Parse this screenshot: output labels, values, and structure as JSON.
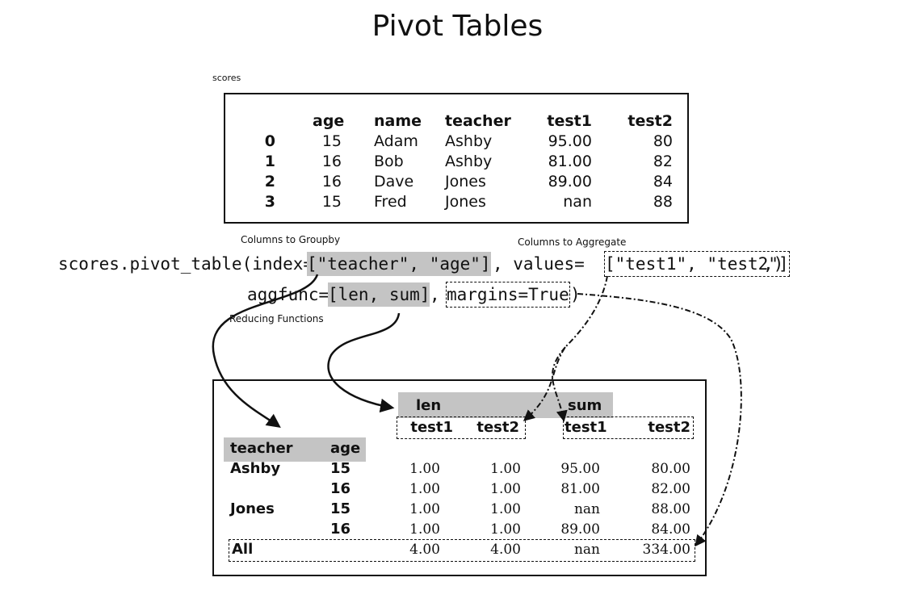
{
  "title": "Pivot Tables",
  "scores_label": "scores",
  "scores_table": {
    "columns": [
      "age",
      "name",
      "teacher",
      "test1",
      "test2"
    ],
    "rows": [
      {
        "index": "0",
        "age": "15",
        "name": "Adam",
        "teacher": "Ashby",
        "test1": "95.00",
        "test2": "80"
      },
      {
        "index": "1",
        "age": "16",
        "name": "Bob",
        "teacher": "Ashby",
        "test1": "81.00",
        "test2": "82"
      },
      {
        "index": "2",
        "age": "16",
        "name": "Dave",
        "teacher": "Jones",
        "test1": "89.00",
        "test2": "84"
      },
      {
        "index": "3",
        "age": "15",
        "name": "Fred",
        "teacher": "Jones",
        "test1": "nan",
        "test2": "88"
      }
    ]
  },
  "annotations": {
    "groupby": "Columns to Groupby",
    "aggregate": "Columns to Aggregate",
    "reducing": "Reducing Functions"
  },
  "code": {
    "line1_prefix": "scores.pivot_table(index=",
    "index_arg": "[\"teacher\", \"age\"]",
    "line1_mid": ", values=",
    "values_arg": "[\"test1\", \"test2\"]",
    "line1_suffix": ",)",
    "line2_prefix": "aggfunc=",
    "aggfunc_arg": "[len, sum]",
    "line2_mid": ", ",
    "margins_arg": "margins=True",
    "line2_suffix": ")"
  },
  "pivot_table": {
    "top_headers": [
      "len",
      "sum"
    ],
    "sub_headers": [
      "test1",
      "test2",
      "test1",
      "test2"
    ],
    "index_headers": [
      "teacher",
      "age"
    ],
    "rows": [
      {
        "teacher": "Ashby",
        "age": "15",
        "values": [
          "1.00",
          "1.00",
          "95.00",
          "80.00"
        ]
      },
      {
        "teacher": "",
        "age": "16",
        "values": [
          "1.00",
          "1.00",
          "81.00",
          "82.00"
        ]
      },
      {
        "teacher": "Jones",
        "age": "15",
        "values": [
          "1.00",
          "1.00",
          "nan",
          "88.00"
        ]
      },
      {
        "teacher": "",
        "age": "16",
        "values": [
          "1.00",
          "1.00",
          "89.00",
          "84.00"
        ]
      }
    ],
    "margin_row": {
      "label": "All",
      "values": [
        "4.00",
        "4.00",
        "nan",
        "334.00"
      ]
    }
  }
}
